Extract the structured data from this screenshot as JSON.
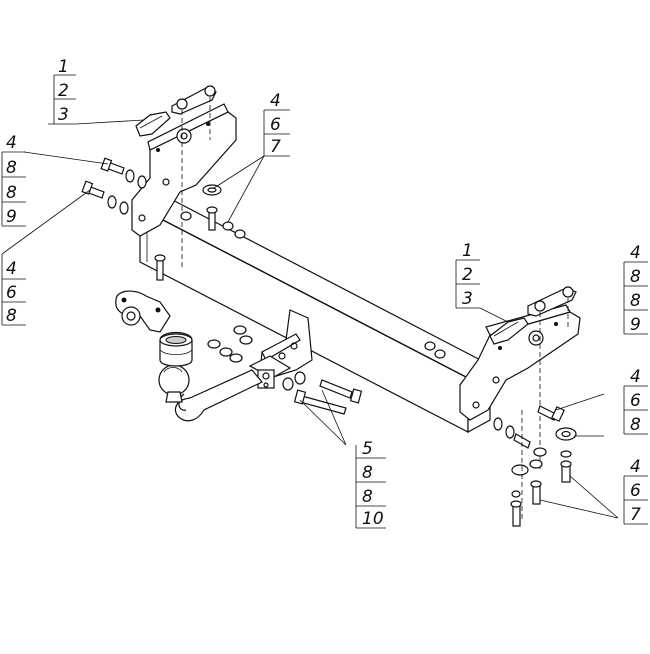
{
  "diagram": {
    "callouts": [
      {
        "id": "callout-top-left-bracket",
        "labels": [
          "1",
          "2",
          "3"
        ]
      },
      {
        "id": "callout-left-bolt",
        "labels": [
          "4",
          "8",
          "8",
          "9"
        ]
      },
      {
        "id": "callout-left-lower",
        "labels": [
          "4",
          "6",
          "8"
        ]
      },
      {
        "id": "callout-top-center",
        "labels": [
          "4",
          "6",
          "7"
        ]
      },
      {
        "id": "callout-right-bracket",
        "labels": [
          "1",
          "2",
          "3"
        ]
      },
      {
        "id": "callout-right-bolt",
        "labels": [
          "4",
          "8",
          "8",
          "9"
        ]
      },
      {
        "id": "callout-right-mid",
        "labels": [
          "4",
          "6",
          "8"
        ]
      },
      {
        "id": "callout-bottom-center",
        "labels": [
          "5",
          "8",
          "8",
          "10"
        ]
      },
      {
        "id": "callout-right-lower",
        "labels": [
          "4",
          "6",
          "7"
        ]
      }
    ]
  }
}
